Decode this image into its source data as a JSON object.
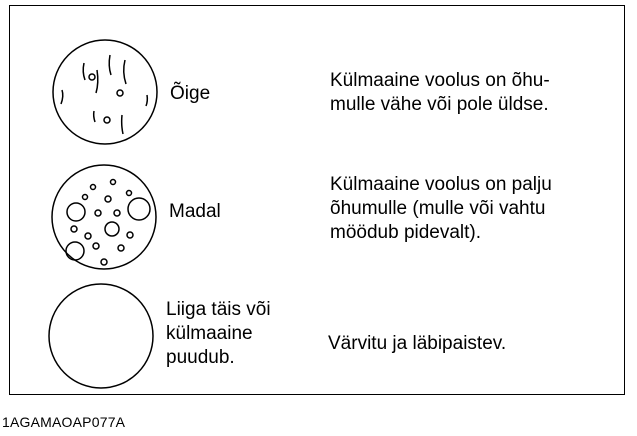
{
  "rows": [
    {
      "state": "Õige",
      "description": "Külmaaine voolus on õhu-\nmulle vähe või pole üldse."
    },
    {
      "state": "Madal",
      "description": "Külmaaine voolus on palju\nõhumulle (mulle või vahtu\nmöödub pidevalt)."
    },
    {
      "state": "Liiga täis või\nkülmaaine\npuudub.",
      "description": "Värvitu ja läbipaistev."
    }
  ],
  "figure_code": "1AGAMAOAP077A"
}
